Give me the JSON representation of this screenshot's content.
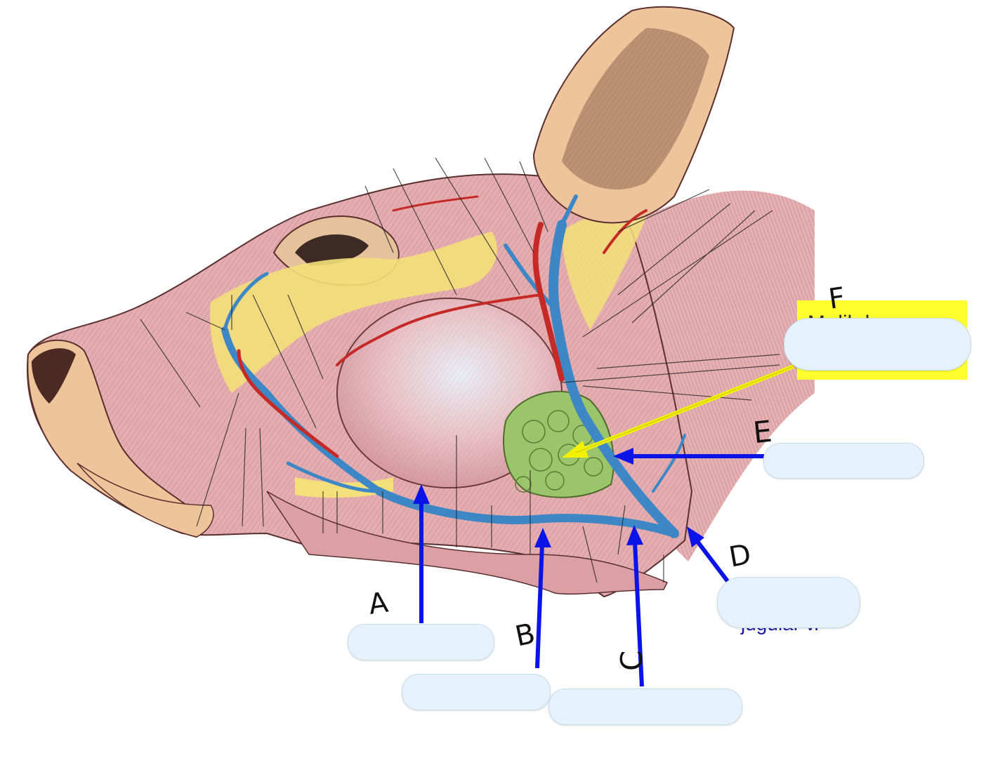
{
  "labels": {
    "a": "A",
    "b": "B",
    "c": "C",
    "d": "D",
    "e": "E",
    "f": "F"
  },
  "hidden_text": {
    "f_partial": "M       dib l",
    "d_partial": "jugular v."
  },
  "answer_boxes": [
    "F",
    "E",
    "D",
    "A",
    "B",
    "C"
  ],
  "colors": {
    "arrow_blue": "#0a14e6",
    "arrow_yellow": "#f2f200",
    "highlight_yellow": "#ffff2e",
    "answer_box_fill": "#e6f2fb",
    "vein_blue": "#3d87c6",
    "artery_red": "#c62a26",
    "gland_green": "#9bc56a",
    "muscle_pink": "#e8b7b7",
    "skin_tan": "#e8c49a",
    "fat_yellow": "#f3e07a"
  }
}
